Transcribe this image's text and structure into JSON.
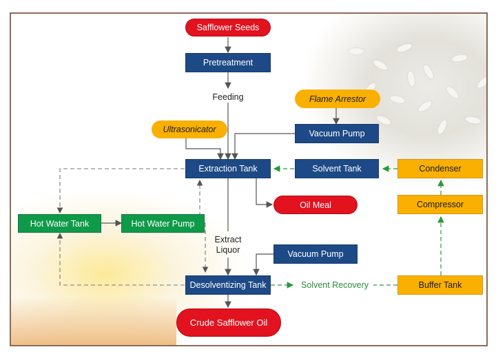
{
  "nodes": {
    "safflower_seeds": "Safflower Seeds",
    "pretreatment": "Pretreatment",
    "feeding": "Feeding",
    "flame_arrestor": "Flame Arrestor",
    "ultrasonicator": "Ultrasonicator",
    "vacuum_pump_top": "Vacuum Pump",
    "extraction_tank": "Extraction Tank",
    "solvent_tank": "Solvent Tank",
    "condenser": "Condenser",
    "oil_meal": "Oil Meal",
    "hot_water_tank": "Hot Water Tank",
    "hot_water_pump": "Hot Water Pump",
    "compressor": "Compressor",
    "extract_liquor": "Extract\nLiquor",
    "vacuum_pump_bottom": "Vacuum Pump",
    "desolventizing_tank": "Desolventizing Tank",
    "solvent_recovery": "Solvent Recovery",
    "buffer_tank": "Buffer Tank",
    "crude_oil": "Crude Safflower Oil"
  },
  "colors": {
    "process_box": "#1d4a86",
    "water_box": "#0f9a4a",
    "solvent_box": "#f9b000",
    "terminal": "#e2121f",
    "solvent_line": "#2a9a3a",
    "main_line": "#555555"
  },
  "watermark_icon": "abc-machinery-logo"
}
